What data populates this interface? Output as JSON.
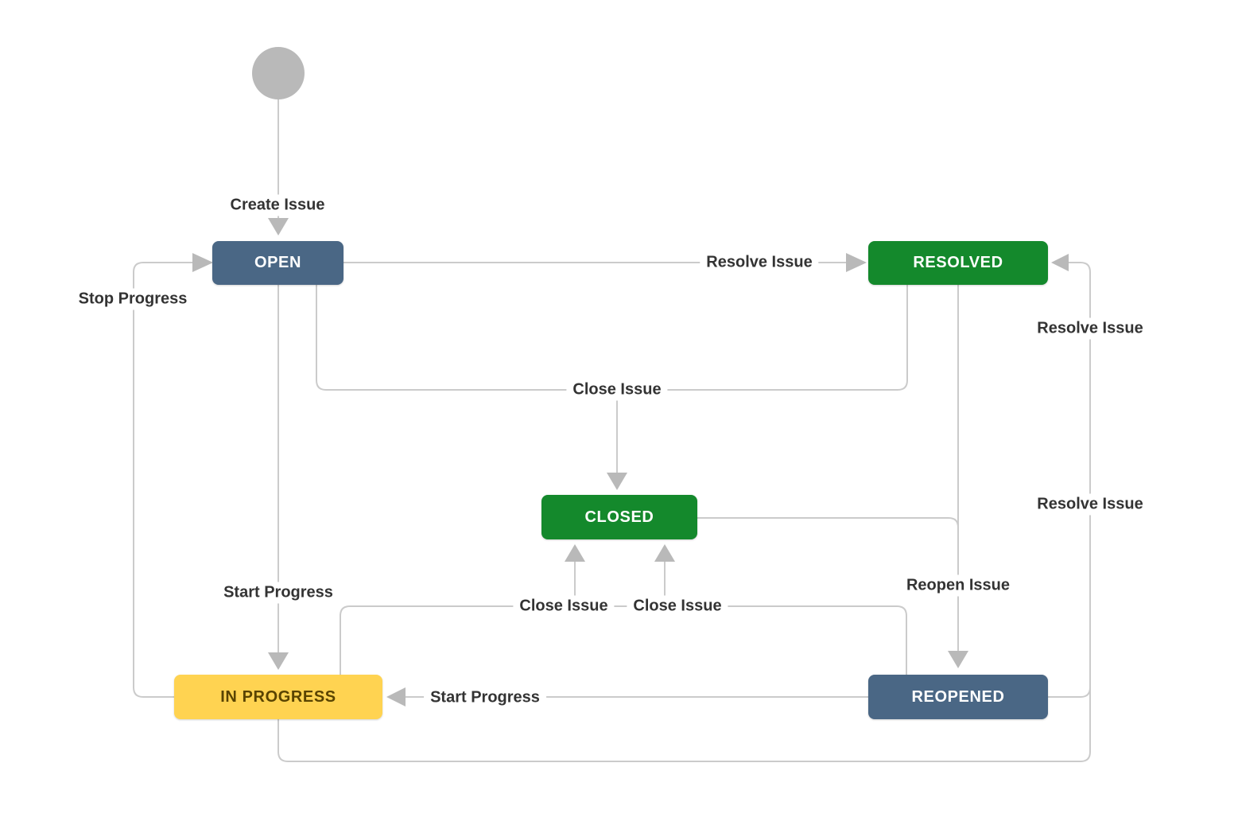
{
  "diagram": {
    "type": "workflow-state-diagram",
    "start_node": {
      "shape": "circle",
      "color": "#b9b9b9"
    },
    "nodes": [
      {
        "id": "open",
        "label": "OPEN",
        "color": "#4a6785",
        "text_color": "#ffffff"
      },
      {
        "id": "resolved",
        "label": "RESOLVED",
        "color": "#14892c",
        "text_color": "#ffffff"
      },
      {
        "id": "closed",
        "label": "CLOSED",
        "color": "#14892c",
        "text_color": "#ffffff"
      },
      {
        "id": "in-progress",
        "label": "IN PROGRESS",
        "color": "#ffd351",
        "text_color": "#594300"
      },
      {
        "id": "reopened",
        "label": "REOPENED",
        "color": "#4a6785",
        "text_color": "#ffffff"
      }
    ],
    "labels": [
      {
        "text": "Create Issue"
      },
      {
        "text": "Resolve Issue"
      },
      {
        "text": "Stop Progress"
      },
      {
        "text": "Resolve Issue"
      },
      {
        "text": "Close Issue"
      },
      {
        "text": "Resolve Issue"
      },
      {
        "text": "Start Progress"
      },
      {
        "text": "Reopen Issue"
      },
      {
        "text": "Close Issue"
      },
      {
        "text": "Close Issue"
      },
      {
        "text": "Start Progress"
      }
    ],
    "edges": [
      {
        "from": "start",
        "to": "open",
        "label": "Create Issue"
      },
      {
        "from": "open",
        "to": "resolved",
        "label": "Resolve Issue"
      },
      {
        "from": "open",
        "to": "closed",
        "label": "Close Issue"
      },
      {
        "from": "resolved",
        "to": "closed",
        "label": "Close Issue"
      },
      {
        "from": "open",
        "to": "in-progress",
        "label": "Start Progress"
      },
      {
        "from": "in-progress",
        "to": "open",
        "label": "Stop Progress"
      },
      {
        "from": "in-progress",
        "to": "closed",
        "label": "Close Issue"
      },
      {
        "from": "reopened",
        "to": "closed",
        "label": "Close Issue"
      },
      {
        "from": "resolved",
        "to": "reopened",
        "label": "Reopen Issue"
      },
      {
        "from": "closed",
        "to": "reopened",
        "label": "Reopen Issue"
      },
      {
        "from": "in-progress",
        "to": "resolved",
        "label": "Resolve Issue"
      },
      {
        "from": "reopened",
        "to": "resolved",
        "label": "Resolve Issue"
      },
      {
        "from": "reopened",
        "to": "in-progress",
        "label": "Start Progress"
      }
    ],
    "colors": {
      "line": "#cbcbcb",
      "arrowhead": "#b9b9b9",
      "label_text": "#333333",
      "background": "#ffffff",
      "status_blue": "#4a6785",
      "status_green": "#14892c",
      "status_yellow": "#ffd351",
      "status_yellow_text": "#594300"
    }
  }
}
